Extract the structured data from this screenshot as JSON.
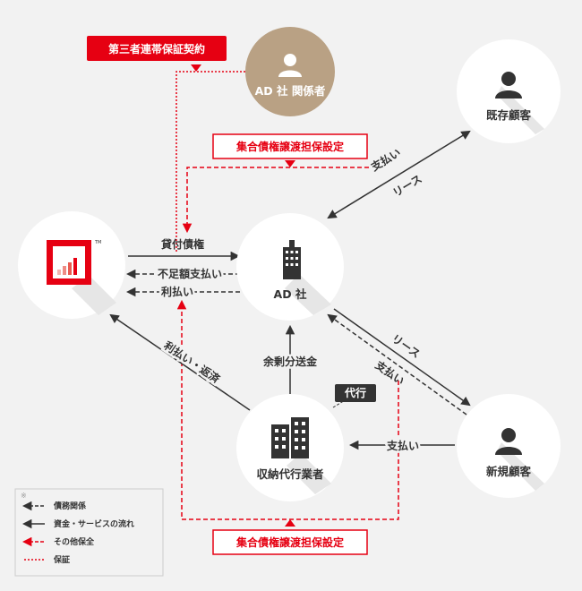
{
  "nodes": {
    "guarantor": "AD 社 関係者",
    "existing_customer": "既存顧客",
    "ad": "AD 社",
    "collector": "収納代行業者",
    "new_customer": "新規顧客",
    "lender_tm": "TM"
  },
  "labels": {
    "third_party_guarantee": "第三者連帯保証契約",
    "collateral_top": "集合債権譲渡担保設定",
    "collateral_bottom": "集合債権譲渡担保設定",
    "loan": "貸付債権",
    "shortfall_payment": "不足額支払い",
    "interest_payment": "利払い",
    "interest_repayment": "利払い・返済",
    "surplus_remittance": "余剰分送金",
    "agency": "代行",
    "existing_payment": "支払い",
    "existing_lease": "リース",
    "new_lease": "リース",
    "new_payment": "支払い",
    "collector_payment": "支払い"
  },
  "legend": {
    "mark": "※",
    "items": [
      {
        "style": "dash-dark",
        "text": "債務関係"
      },
      {
        "style": "solid-dark",
        "text": "資金・サービスの流れ"
      },
      {
        "style": "dash-red",
        "text": "その他保全"
      },
      {
        "style": "dot-red",
        "text": "保証"
      }
    ]
  },
  "colors": {
    "red": "#e60012",
    "dark": "#333333",
    "tan": "#b9a184",
    "background": "#f2f2f2"
  }
}
